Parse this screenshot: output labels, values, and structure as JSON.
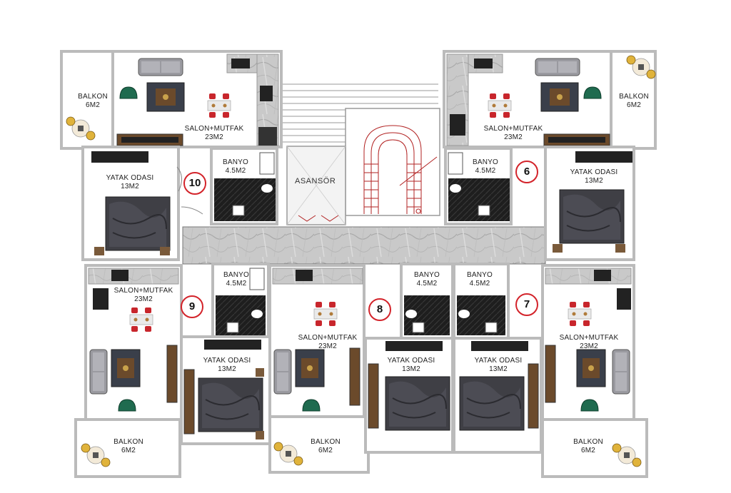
{
  "rooms": {
    "u10": {
      "balkon": {
        "title": "BALKON",
        "area": "6M2"
      },
      "salon": {
        "title": "SALON+MUTFAK",
        "area": "23M2"
      },
      "banyo": {
        "title": "BANYO",
        "area": "4.5M2"
      },
      "yatak": {
        "title": "YATAK ODASI",
        "area": "13M2"
      }
    },
    "u6": {
      "balkon": {
        "title": "BALKON",
        "area": "6M2"
      },
      "salon": {
        "title": "SALON+MUTFAK",
        "area": "23M2"
      },
      "banyo": {
        "title": "BANYO",
        "area": "4.5M2"
      },
      "yatak": {
        "title": "YATAK ODASI",
        "area": "13M2"
      }
    },
    "u9": {
      "salon": {
        "title": "SALON+MUTFAK",
        "area": "23M2"
      },
      "banyo": {
        "title": "BANYO",
        "area": "4.5M2"
      },
      "yatak": {
        "title": "YATAK ODASI",
        "area": "13M2"
      },
      "balkon": {
        "title": "BALKON",
        "area": "6M2"
      }
    },
    "u8": {
      "salon": {
        "title": "SALON+MUTFAK",
        "area": "23M2"
      },
      "banyo": {
        "title": "BANYO",
        "area": "4.5M2"
      },
      "yatak": {
        "title": "YATAK ODASI",
        "area": "13M2"
      },
      "balkon": {
        "title": "BALKON",
        "area": "6M2"
      }
    },
    "u7": {
      "banyo_mid": {
        "title": "BANYO",
        "area": "4.5M2"
      },
      "yatak_mid": {
        "title": "YATAK ODASI",
        "area": "13M2"
      },
      "salon": {
        "title": "SALON+MUTFAK",
        "area": "23M2"
      },
      "balkon": {
        "title": "BALKON",
        "area": "6M2"
      }
    }
  },
  "elevator": {
    "label": "ASANSÖR"
  },
  "units": {
    "n10": "10",
    "n6": "6",
    "n9": "9",
    "n8": "8",
    "n7": "7"
  },
  "colors": {
    "wall": "#c9c9c9",
    "stair": "#b22222",
    "marker": "#d3232a",
    "chair": "#c8262c",
    "bathFloor": "#222222"
  }
}
